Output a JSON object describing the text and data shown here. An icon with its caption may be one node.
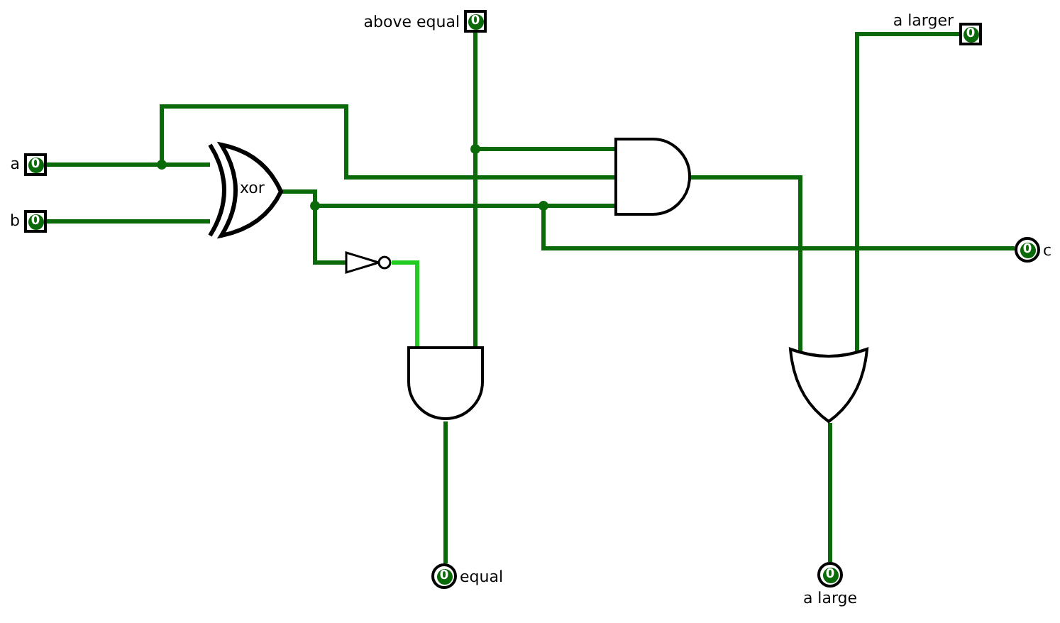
{
  "diagram": {
    "nodes": [
      {
        "text": [
          "0"
        ],
        "beside": [
          "a"
        ]
      },
      {
        "text": [
          "0"
        ],
        "beside": [
          "b"
        ]
      },
      {
        "text": [
          "0"
        ],
        "beside": [
          "above equal"
        ]
      },
      {
        "text": [
          "0"
        ],
        "beside": [
          "a larger"
        ]
      },
      {
        "text": [
          "xor"
        ]
      },
      {
        "text": [],
        "shape": "triangle"
      },
      {
        "text": [],
        "shape": "gate"
      },
      {
        "text": [],
        "shape": "gate"
      },
      {
        "text": [],
        "shape": "gate"
      },
      {
        "text": [
          "0"
        ],
        "beside": [
          "c"
        ]
      },
      {
        "text": [
          "0"
        ],
        "beside": [
          "equal"
        ]
      },
      {
        "text": [
          "0"
        ],
        "beside": [
          "a large"
        ]
      }
    ],
    "edges": [
      {
        "from": 0,
        "to": 4,
        "arrow": "none"
      },
      {
        "from": 1,
        "to": 4,
        "arrow": "none"
      },
      {
        "from": 0,
        "to": 6,
        "arrow": "none"
      },
      {
        "from": 2,
        "to": 6,
        "arrow": "none"
      },
      {
        "from": 2,
        "to": 7,
        "arrow": "none"
      },
      {
        "from": 4,
        "to": 6,
        "arrow": "none"
      },
      {
        "from": 4,
        "to": 5,
        "arrow": "none"
      },
      {
        "from": 5,
        "to": 7,
        "arrow": "none",
        "color": "#22cc22"
      },
      {
        "from": 4,
        "to": 9,
        "arrow": "none"
      },
      {
        "from": 6,
        "to": 8,
        "arrow": "none"
      },
      {
        "from": 3,
        "to": 8,
        "arrow": "none"
      },
      {
        "from": 7,
        "to": 10,
        "arrow": "none"
      },
      {
        "from": 8,
        "to": 11,
        "arrow": "none"
      }
    ]
  }
}
